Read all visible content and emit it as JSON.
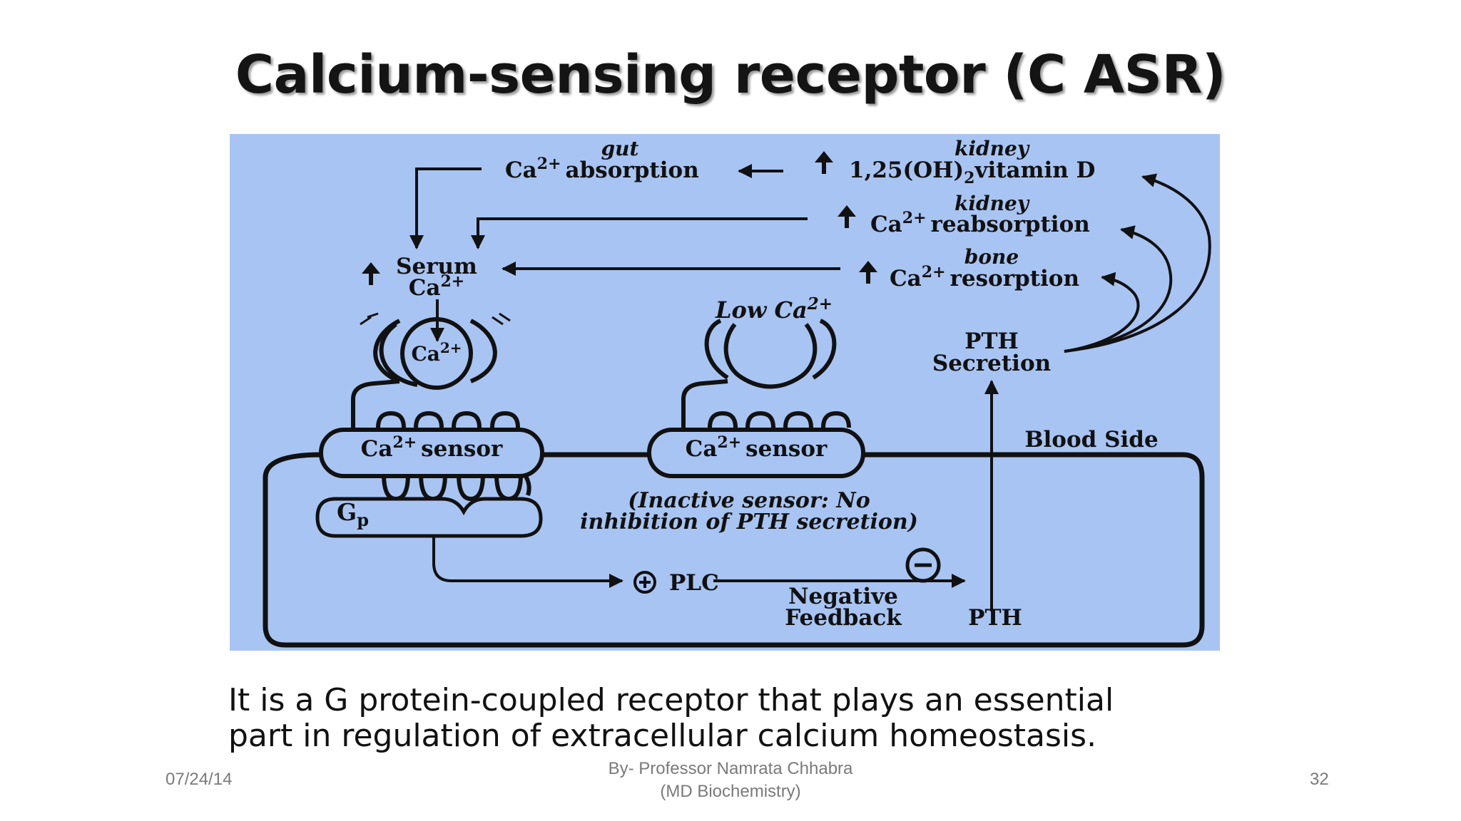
{
  "slide": {
    "title": "Calcium-sensing receptor (C ASR)",
    "caption_line1": "It is a G protein-coupled receptor that plays an essential",
    "caption_line2": "part in regulation of extracellular calcium homeostasis.",
    "date": "07/24/14",
    "author_line1": "By- Professor Namrata Chhabra",
    "author_line2": "(MD Biochemistry)",
    "page_number": "32"
  },
  "diagram": {
    "background_color": "#a8c4f2",
    "gut_label": "gut",
    "absorption_base": "Ca",
    "absorption_sup": "2+",
    "absorption_text": "absorption",
    "kidney_label_1": "kidney",
    "vitd_text_a": "1,25(OH)",
    "vitd_sub": "2",
    "vitd_text_b": "vitamin D",
    "kidney_label_2": "kidney",
    "reabsorption_base": "Ca",
    "reabsorption_sup": "2+",
    "reabsorption_text": "reabsorption",
    "bone_label": "bone",
    "resorption_base": "Ca",
    "resorption_sup": "2+",
    "resorption_text": "resorption",
    "serum_label": "Serum",
    "serum_ca_base": "Ca",
    "serum_ca_sup": "2+",
    "bound_ca_base": "Ca",
    "bound_ca_sup": "2+",
    "low_ca_base": "Low Ca",
    "low_ca_sup": "2+",
    "pth_secretion_1": "PTH",
    "pth_secretion_2": "Secretion",
    "blood_side": "Blood Side",
    "sensor1_base": "Ca",
    "sensor1_sup": "2+",
    "sensor1_text": "sensor",
    "sensor2_base": "Ca",
    "sensor2_sup": "2+",
    "sensor2_text": "sensor",
    "gp_base": "G",
    "gp_sub": "p",
    "inactive_line1": "(Inactive sensor: No",
    "inactive_line2": "inhibition of PTH secretion)",
    "plc_label": "PLC",
    "negative_feedback_1": "Negative",
    "negative_feedback_2": "Feedback",
    "pth_label": "PTH"
  }
}
